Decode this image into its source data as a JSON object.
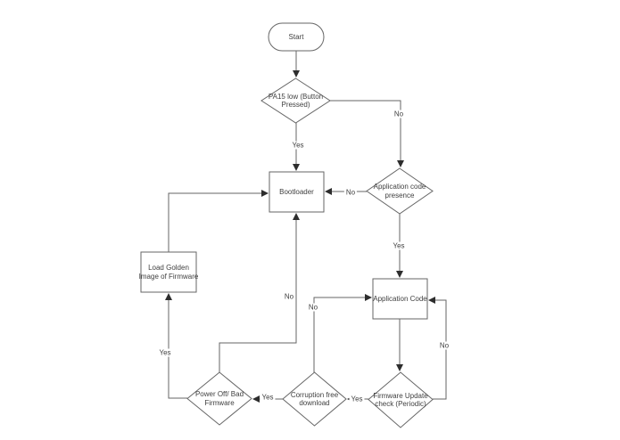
{
  "colors": {
    "stroke": "#666666",
    "arrow": "#2d2d2d",
    "text": "#404040",
    "fill": "#ffffff",
    "bg": "#ffffff"
  },
  "nodes": {
    "start": {
      "type": "terminal",
      "label": "Start"
    },
    "pa15_check": {
      "type": "decision",
      "label": "PA15 low (Button\nPressed)"
    },
    "bootloader": {
      "type": "process",
      "label": "Bootloader"
    },
    "app_code_presence": {
      "type": "decision",
      "label": "Application code\npresence"
    },
    "application_code": {
      "type": "process",
      "label": "Application Code"
    },
    "load_golden_image": {
      "type": "process",
      "label": "Load Golden\nImage of Firmware"
    },
    "power_off_bad_firmware": {
      "type": "decision",
      "label": "Power Off/ Bad\nFirmware"
    },
    "corruption_free_download": {
      "type": "decision",
      "label": "Corruption free\ndownload"
    },
    "firmware_update_check": {
      "type": "decision",
      "label": "Firmware Update\ncheck (Periodic)"
    }
  },
  "edges": [
    {
      "from": "start",
      "to": "pa15_check",
      "label": ""
    },
    {
      "from": "pa15_check",
      "to": "app_code_presence",
      "label": "No"
    },
    {
      "from": "pa15_check",
      "to": "bootloader",
      "label": "Yes"
    },
    {
      "from": "app_code_presence",
      "to": "bootloader",
      "label": "No"
    },
    {
      "from": "app_code_presence",
      "to": "application_code",
      "label": "Yes"
    },
    {
      "from": "load_golden_image",
      "to": "bootloader",
      "label": ""
    },
    {
      "from": "power_off_bad_firmware",
      "to": "bootloader",
      "label": "No"
    },
    {
      "from": "corruption_free_download",
      "to": "application_code",
      "label": "No"
    },
    {
      "from": "application_code",
      "to": "firmware_update_check",
      "label": ""
    },
    {
      "from": "firmware_update_check",
      "to": "corruption_free_download",
      "label": "Yes"
    },
    {
      "from": "firmware_update_check",
      "to": "application_code",
      "label": "No"
    },
    {
      "from": "corruption_free_download",
      "to": "power_off_bad_firmware",
      "label": "Yes"
    },
    {
      "from": "power_off_bad_firmware",
      "to": "load_golden_image",
      "label": "Yes"
    }
  ]
}
